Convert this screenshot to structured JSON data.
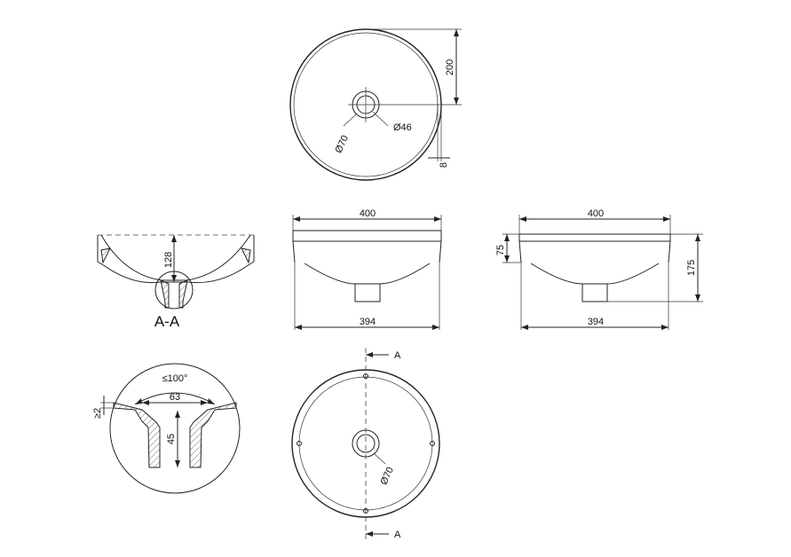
{
  "labels": {
    "top_dia": "200",
    "top_hole_outer": "Ø70",
    "top_hole_inner": "Ø46",
    "top_edge": "8",
    "section_height": "128",
    "section_title": "A-A",
    "front_top_width": "400",
    "front_bottom_width": "394",
    "side_top_width": "400",
    "side_bottom_width": "394",
    "side_rim": "75",
    "side_height": "175",
    "detail_angle": "≤100°",
    "detail_width": "63",
    "detail_depth": "45",
    "detail_wall": "≥2",
    "bottom_hole": "Ø70",
    "section_marker_top": "A",
    "section_marker_bottom": "A"
  }
}
